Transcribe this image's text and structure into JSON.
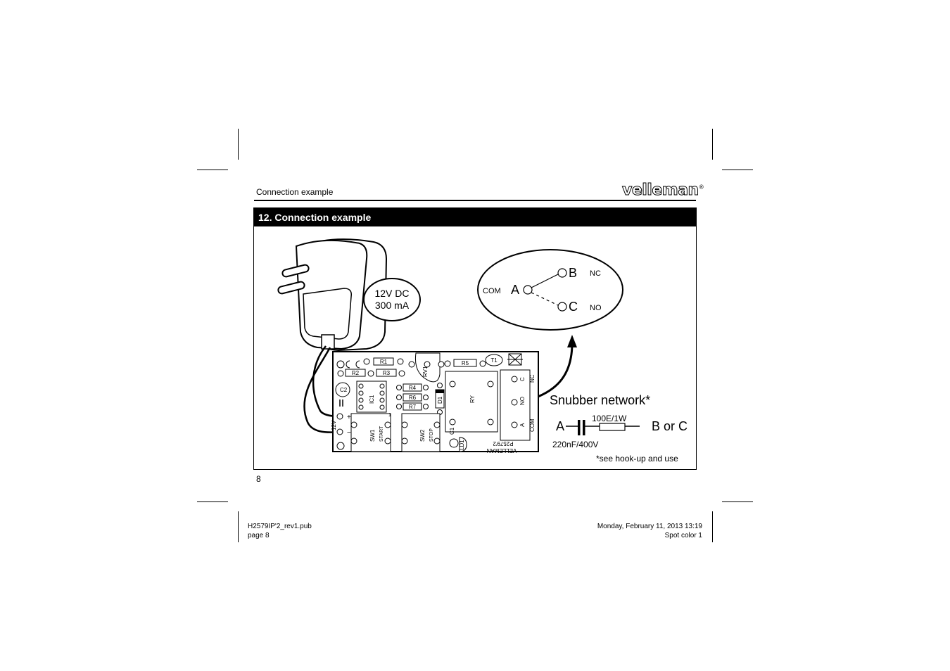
{
  "header": {
    "running_title": "Connection example",
    "brand": "velleman",
    "brand_mark": "®"
  },
  "section": {
    "title": "12. Connection example"
  },
  "diagram": {
    "adapter_label_line1": "12V DC",
    "adapter_label_line2": "300 mA",
    "relay": {
      "com": "COM",
      "a": "A",
      "b": "B",
      "c": "C",
      "nc": "NC",
      "no": "NO"
    },
    "snubber": {
      "title": "Snubber network*",
      "left": "A",
      "right": "B or C",
      "resistor": "100E/1W",
      "capacitor": "220nF/400V",
      "note": "*see hook-up and use"
    },
    "pcb": {
      "r1": "R1",
      "r2": "R2",
      "r3": "R3",
      "r4": "R4",
      "r5": "R5",
      "r6": "R6",
      "r7": "R7",
      "rv1": "RV1",
      "ic1": "IC1",
      "t1": "T1",
      "c1": "C1",
      "c2": "C2",
      "d1": "D1",
      "ry": "RY",
      "sw1": "SW1",
      "start": "START",
      "sw2": "SW2",
      "stop": "STOP",
      "ld1": "LD1",
      "v12": "12V",
      "nc": "NC",
      "c": "C",
      "no": "NO",
      "a": "A",
      "com": "COM",
      "plus": "+",
      "minus": "−",
      "one": "1",
      "code": "P2579'2",
      "brand": "VELLEMAN"
    }
  },
  "page_number": "8",
  "footer": {
    "file": "H2579IP'2_rev1.pub",
    "page": "page 8",
    "date": "Monday, February 11, 2013 13:19",
    "color": "Spot color 1"
  }
}
